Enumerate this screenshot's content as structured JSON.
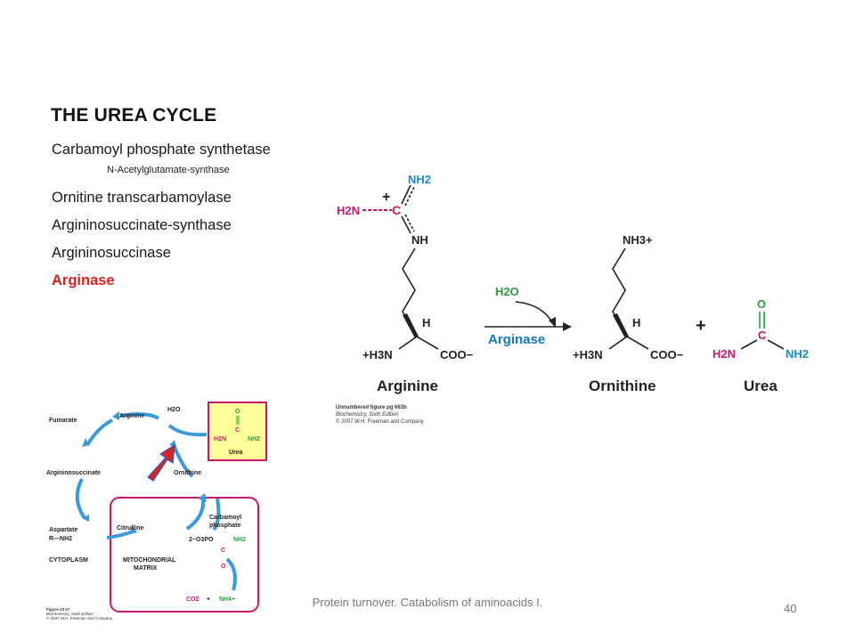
{
  "slide": {
    "title": "THE UREA CYCLE",
    "enzymes": [
      "Carbamoyl phosphate synthetase",
      "N-Acetylglutamate-synthase",
      "Ornitine transcarbamoylase",
      "Argininosuccinate-synthase",
      "Argininosuccinase",
      "Arginase"
    ],
    "highlight_color": "#e0201c",
    "footer": "Protein turnover. Catabolism of aminoacids I.",
    "page_number": "40"
  },
  "reaction": {
    "arginine": {
      "name": "Arginine",
      "nh2_top": "NH2",
      "plus": "+",
      "h2n": "H2N",
      "c": "C",
      "nh": "NH",
      "h": "H",
      "h3n": "+H3N",
      "coo": "COO−"
    },
    "water": "H2O",
    "enzyme": "Arginase",
    "ornithine": {
      "name": "Ornithine",
      "nh3": "NH3+",
      "h": "H",
      "h3n": "+H3N",
      "coo": "COO−"
    },
    "plus_sign": "+",
    "urea": {
      "name": "Urea",
      "o": "O",
      "c": "C",
      "h2n": "H2N",
      "nh2": "NH2"
    },
    "caption": [
      "Unnumbered figure pg 663b",
      "Biochemistry, Sixth Edition",
      "© 2007 W.H. Freeman and Company"
    ],
    "colors": {
      "blue": "#1a8ccc",
      "magenta": "#c8186e",
      "green": "#2b9a3e",
      "enzyme_blue": "#1478b8"
    }
  },
  "cycle": {
    "fumarate": "Fumarate",
    "arginine": "Arginine",
    "water": "H2O",
    "urea_box": {
      "o": "O",
      "c": "C",
      "h2n": "H2N",
      "nh2": "NH2",
      "label": "Urea"
    },
    "argininosuccinate": "Argininosuccinate",
    "ornithine": "Ornithine",
    "aspartate": "Aspartate",
    "aspartate_formula": "R—NH2",
    "citrulline": "Citrulline",
    "carbamoyl": [
      "Carbamoyl",
      "phosphate"
    ],
    "cytoplasm": "CYTOPLASM",
    "matrix": [
      "MITOCHONDRIAL",
      "MATRIX"
    ],
    "phosphate": "2−O3PO",
    "co2": "CO2",
    "plus": "+",
    "nh4": "NH4+",
    "caption": [
      "Figure 23-17",
      "Biochemistry, Sixth Edition",
      "© 2007 W.H. Freeman and Company"
    ],
    "box_color": "#ffff99",
    "box_border": "#c8186e",
    "arrow_color": "#3a9ad9",
    "highlight_arrow": "#e0201c"
  }
}
